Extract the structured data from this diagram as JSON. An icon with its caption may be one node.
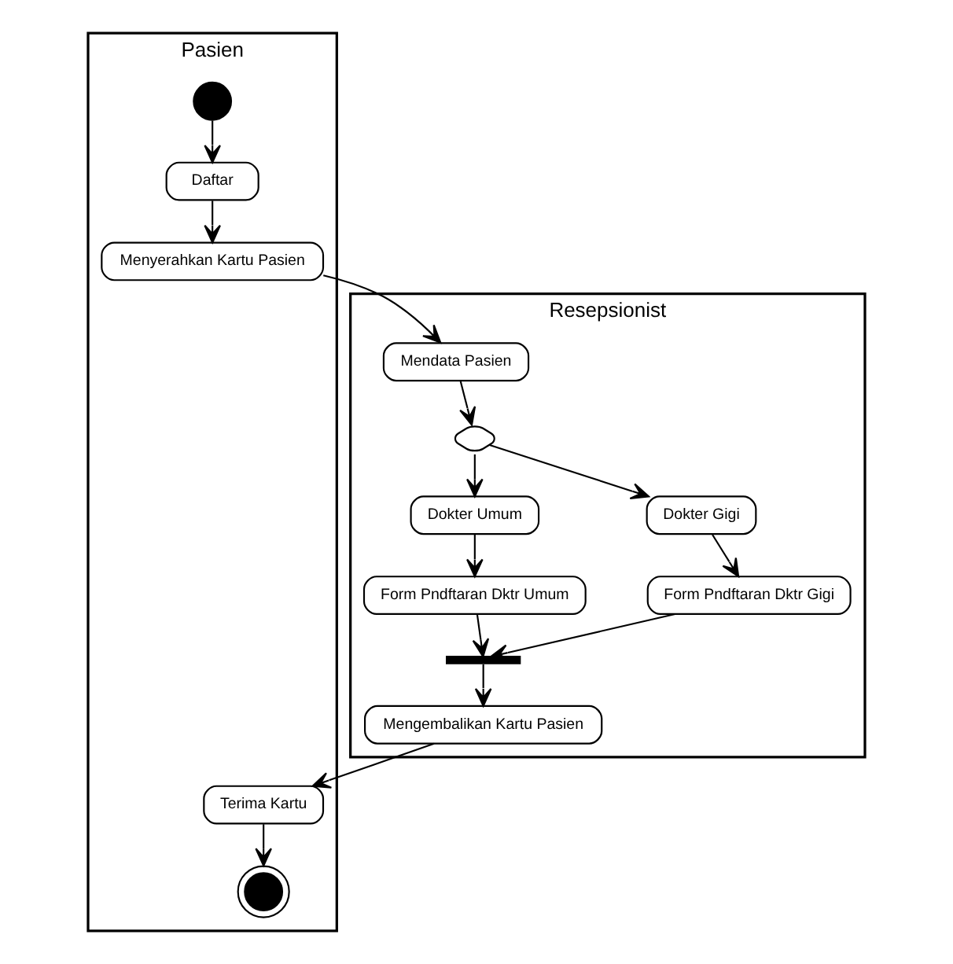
{
  "diagram": {
    "nodes": [
      {
        "text": [
          "Pasien"
        ]
      },
      {
        "text": [
          "Resepsionist"
        ]
      },
      {
        "text": [],
        "shape": "circle",
        "in": 0
      },
      {
        "text": [
          "Daftar"
        ],
        "in": 0
      },
      {
        "text": [
          "Menyerahkan Kartu Pasien"
        ],
        "in": 0
      },
      {
        "text": [
          "Mendata Pasien"
        ],
        "in": 1
      },
      {
        "text": [],
        "shape": "diamond",
        "in": 1
      },
      {
        "text": [
          "Dokter Umum"
        ],
        "in": 1
      },
      {
        "text": [
          "Dokter Gigi"
        ],
        "in": 1
      },
      {
        "text": [
          "Form Pndftaran Dktr Umum"
        ],
        "in": 1
      },
      {
        "text": [
          "Form Pndftaran Dktr Gigi"
        ],
        "in": 1
      },
      {
        "text": [],
        "shape": "bar",
        "in": 1
      },
      {
        "text": [
          "Mengembalikan Kartu Pasien"
        ],
        "in": 1
      },
      {
        "text": [
          "Terima Kartu"
        ],
        "in": 0
      },
      {
        "text": [],
        "shape": "circle",
        "in": 0
      }
    ],
    "edges": [
      {
        "from": 2,
        "to": 3,
        "arrow": "to"
      },
      {
        "from": 3,
        "to": 4,
        "arrow": "to"
      },
      {
        "from": 4,
        "to": 5,
        "arrow": "to"
      },
      {
        "from": 5,
        "to": 6,
        "arrow": "to"
      },
      {
        "from": 6,
        "to": 7,
        "arrow": "to"
      },
      {
        "from": 6,
        "to": 8,
        "arrow": "to"
      },
      {
        "from": 7,
        "to": 9,
        "arrow": "to"
      },
      {
        "from": 8,
        "to": 10,
        "arrow": "to"
      },
      {
        "from": 9,
        "to": 11,
        "arrow": "to"
      },
      {
        "from": 10,
        "to": 11,
        "arrow": "to"
      },
      {
        "from": 11,
        "to": 12,
        "arrow": "to"
      },
      {
        "from": 12,
        "to": 13,
        "arrow": "to"
      },
      {
        "from": 13,
        "to": 14,
        "arrow": "to"
      }
    ]
  }
}
